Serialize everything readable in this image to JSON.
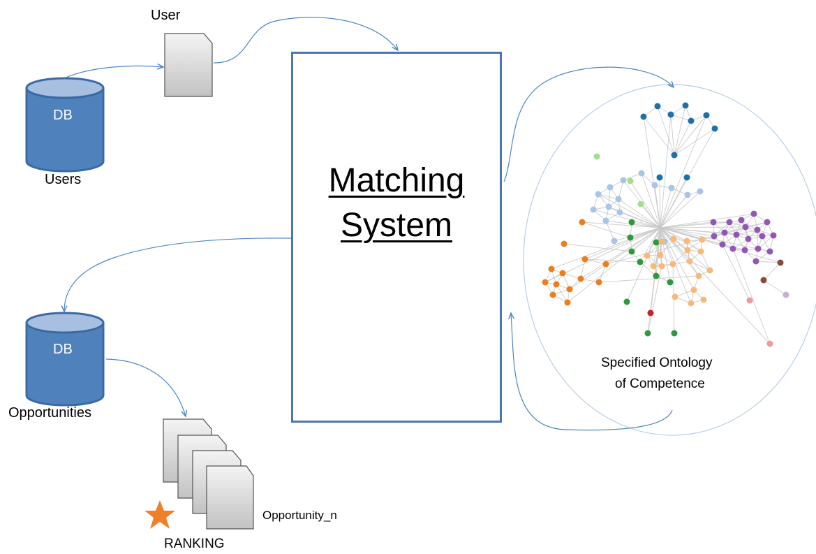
{
  "labels": {
    "user": "User",
    "users_db_text": "DB",
    "users_db": "Users",
    "opps_db_text": "DB",
    "opps_db": "Opportunities",
    "matching_line1": "Matching",
    "matching_line2": "System",
    "ontology_line1": "Specified Ontology",
    "ontology_line2": "of Competence",
    "opportunity_n": "Opportunity_n",
    "ranking": "RANKING"
  },
  "colors": {
    "db_fill": "#4f81bd",
    "db_stroke": "#3b6aa3",
    "db_top": "#a7bfe0",
    "box_border": "#4a77b4",
    "arrow": "#4a86c8",
    "doc_fill_top": "#f2f2f2",
    "doc_fill_bottom": "#c4c4c4",
    "star": "#f07f2a",
    "ellipse_stroke": "#b8cde6",
    "edge": "#c8c8c8",
    "node_dark_blue": "#1f6fa8",
    "node_light_blue": "#a8c4e6",
    "node_light_green": "#a6dd8c",
    "node_green": "#2a9a3a",
    "node_orange": "#ee7d1a",
    "node_peach": "#f7b97a",
    "node_purple": "#9256b8",
    "node_brown": "#8b4a3a",
    "node_red": "#c8202a",
    "node_pink": "#f19a9a",
    "node_lavender": "#c3b2d6"
  }
}
